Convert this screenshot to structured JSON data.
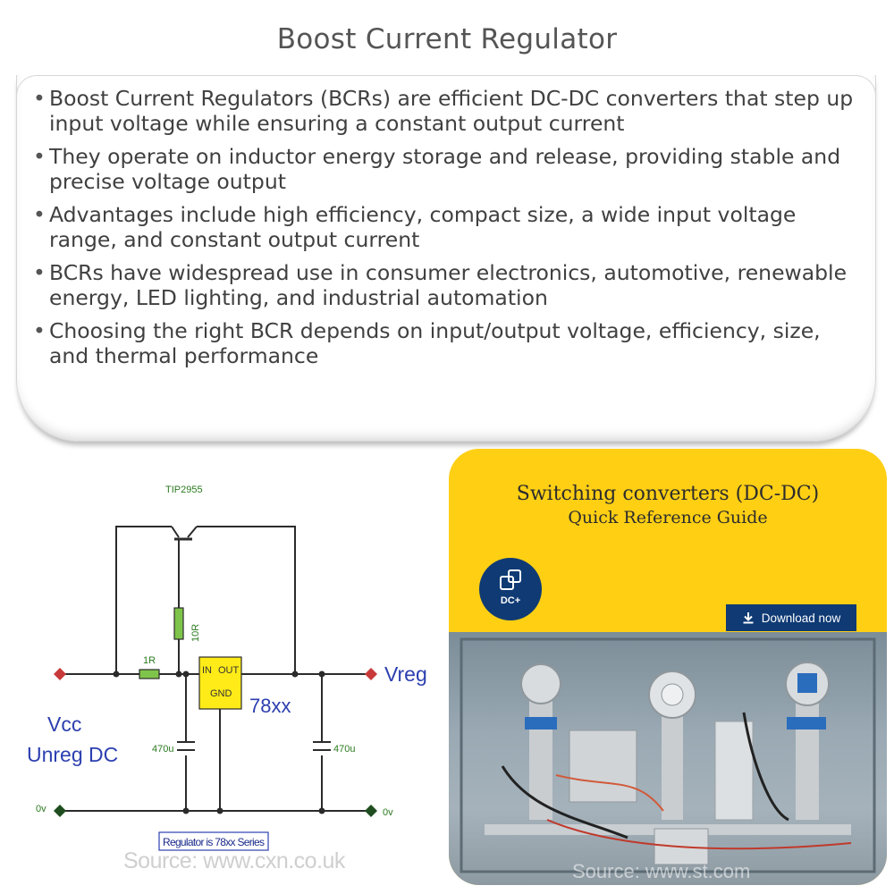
{
  "page": {
    "title": "Boost Current Regulator"
  },
  "bullets": [
    "Boost Current Regulators (BCRs) are efficient DC-DC converters that step up input voltage while ensuring a constant output current",
    "They operate on inductor energy storage and release, providing stable and precise voltage output",
    "Advantages include high efficiency, compact size, a wide input voltage range, and constant output current",
    "BCRs have widespread use in consumer electronics, automotive, renewable energy, LED lighting, and industrial automation",
    "Choosing the right BCR depends on input/output voltage, efficiency, size, and thermal performance"
  ],
  "circuit": {
    "transistor_label": "TIP2955",
    "resistor_top_label": "10R",
    "resistor_series_label": "1R",
    "regulator_in": "IN",
    "regulator_out": "OUT",
    "regulator_gnd": "GND",
    "regulator_name": "78xx",
    "input_label_1": "Vcc",
    "input_label_2": "Unreg DC",
    "output_label": "Vreg",
    "cap_left_label": "470u",
    "cap_right_label": "470u",
    "ground_left_label": "0v",
    "ground_right_label": "0v",
    "note": "Regulator is 78xx Series",
    "source": "Source: www.cxn.co.uk"
  },
  "ad": {
    "title": "Switching converters (DC-DC)",
    "subtitle": "Quick Reference Guide",
    "badge_label": "DC+",
    "download_label": "Download now",
    "source": "Source: www.st.com",
    "colors": {
      "background": "#ffcf14",
      "brand_navy": "#0f3a74"
    }
  }
}
